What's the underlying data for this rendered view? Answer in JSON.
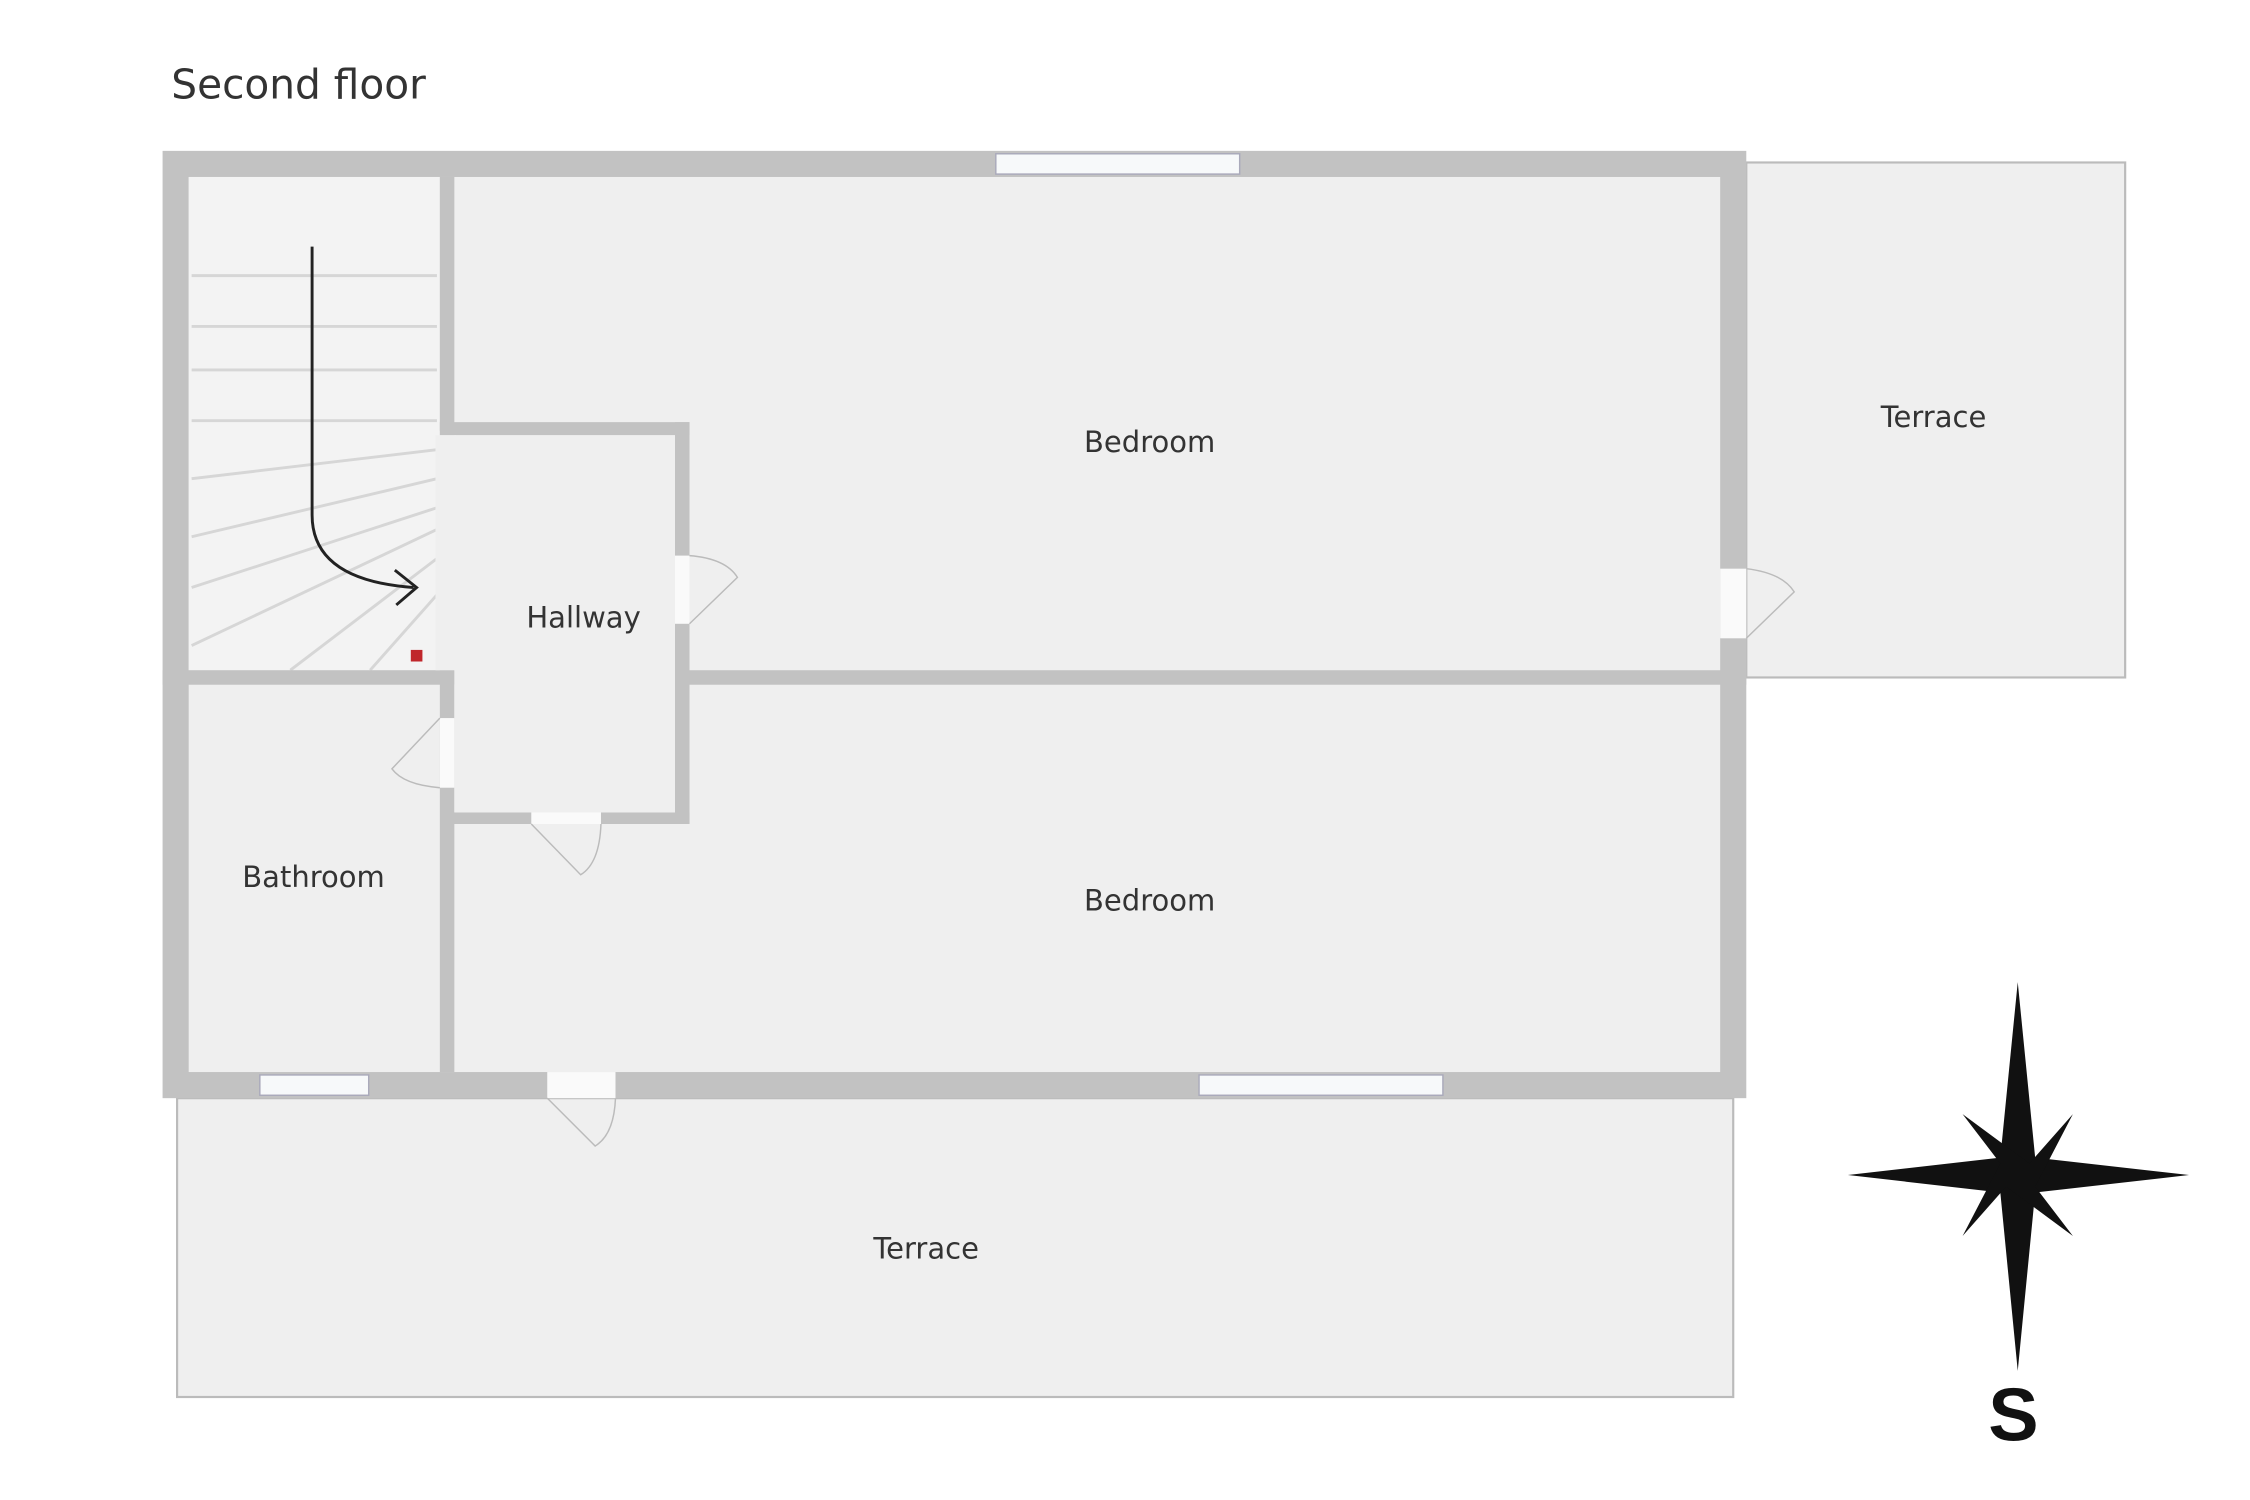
{
  "title": "Second floor",
  "rooms": {
    "bedroom_north": "Bedroom",
    "terrace_east": "Terrace",
    "hallway": "Hallway",
    "bathroom": "Bathroom",
    "bedroom_south": "Bedroom",
    "terrace_south": "Terrace"
  },
  "compass": {
    "label": "S",
    "color": "#111111"
  },
  "colors": {
    "room": "#efefef",
    "wall": "#c2c2c2",
    "marker": "#c0262b"
  }
}
